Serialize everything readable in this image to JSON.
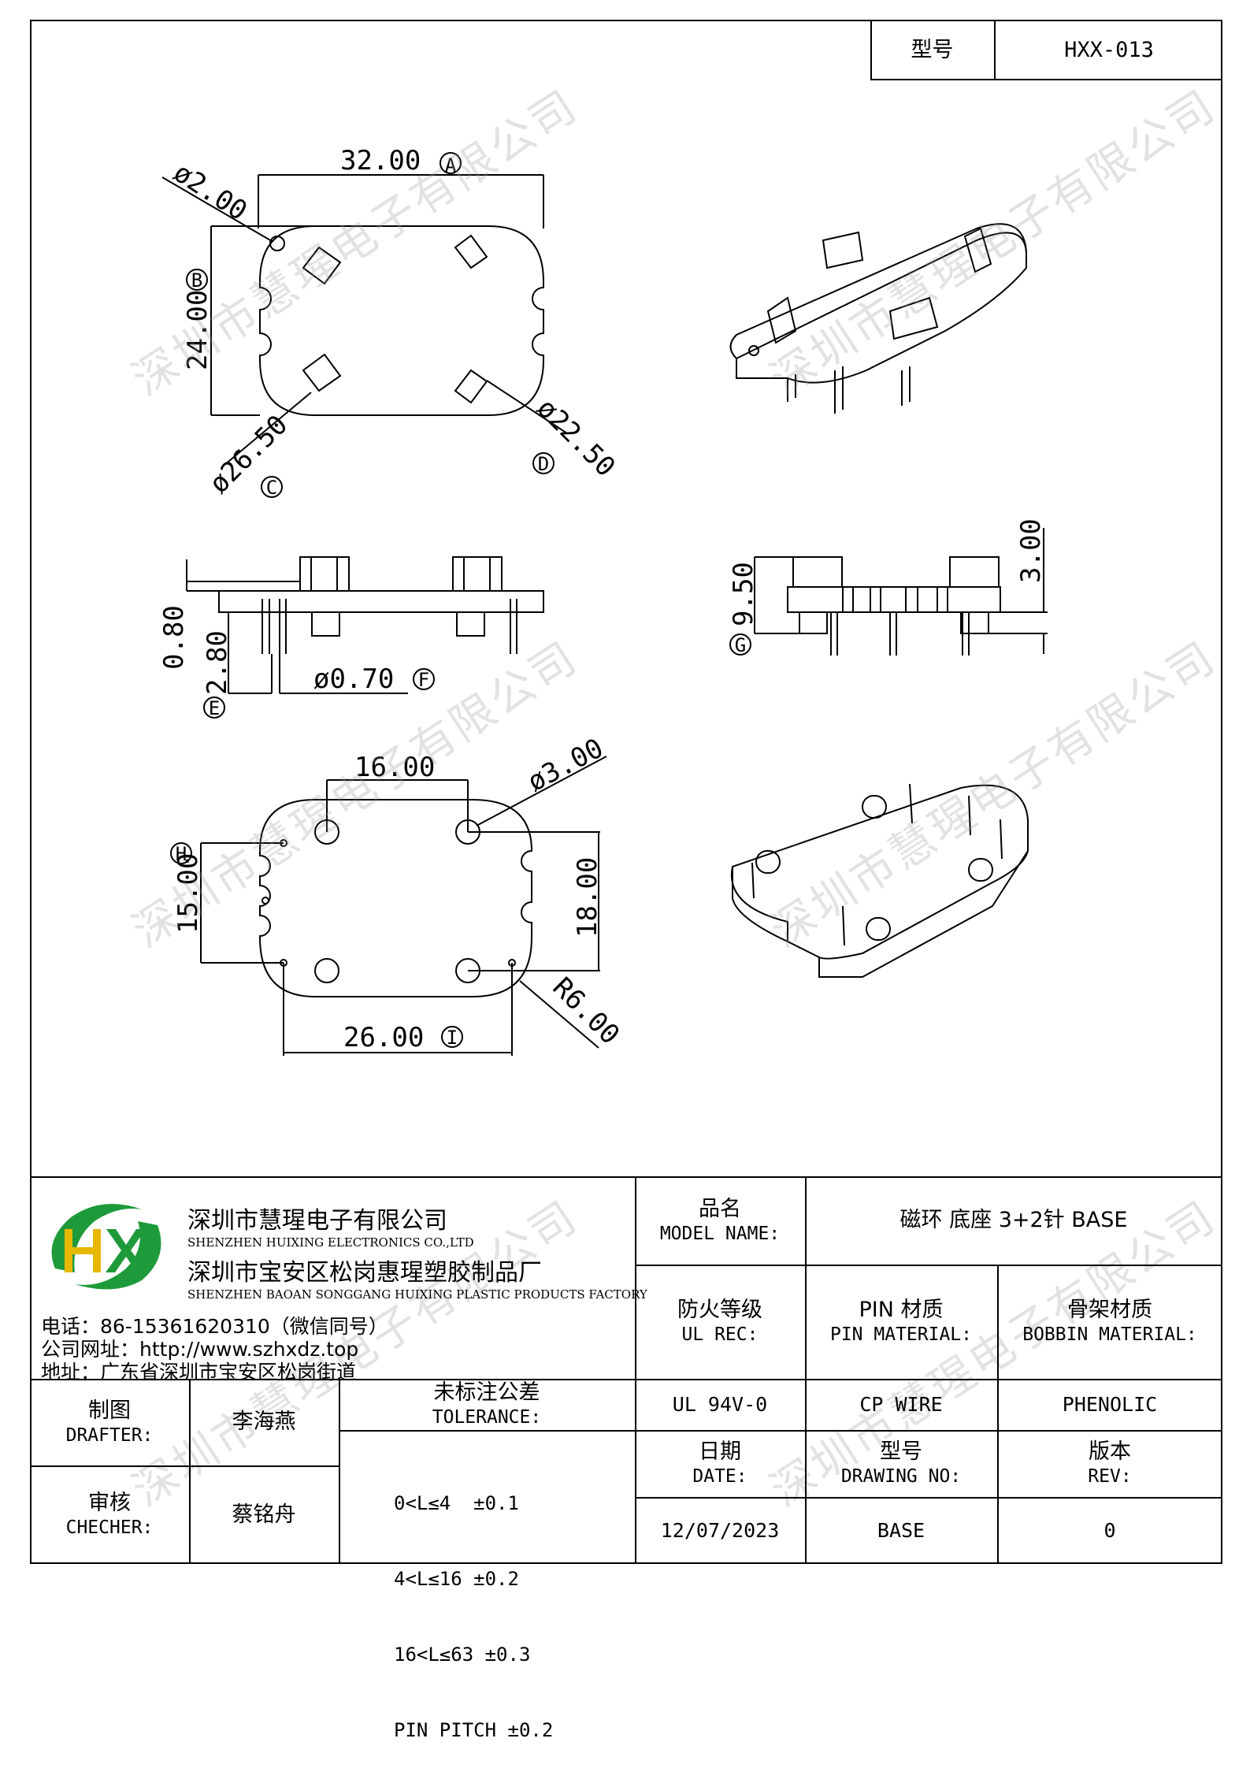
{
  "header": {
    "model_label": "型号",
    "model_value": "HXX-013"
  },
  "drawing": {
    "top_view": {
      "dim_width": "32.00",
      "dim_width_tag": "A",
      "dim_height": "24.00",
      "dim_height_tag": "B",
      "dim_hole": "ø2.00",
      "dim_c": "ø26.50",
      "dim_c_tag": "C",
      "dim_d": "ø22.50",
      "dim_d_tag": "D"
    },
    "side_view": {
      "dim_080": "0.80",
      "dim_280": "2.80",
      "dim_e_tag": "E",
      "dim_pin": "ø0.70",
      "dim_pin_tag": "F",
      "dim_950": "9.50",
      "dim_g_tag": "G",
      "dim_300": "3.00"
    },
    "bottom_view": {
      "dim_16": "16.00",
      "dim_hole3": "ø3.00",
      "dim_15": "15.00",
      "dim_h_tag": "H",
      "dim_18": "18.00",
      "dim_26": "26.00",
      "dim_i_tag": "I",
      "dim_r6": "R6.00"
    }
  },
  "watermark": "深圳市慧瑆电子有限公司",
  "company": {
    "logo_text": "HX",
    "name_cn": "深圳市慧瑆电子有限公司",
    "name_en": "SHENZHEN HUIXING ELECTRONICS CO.,LTD",
    "factory_cn": "深圳市宝安区松岗惠瑆塑胶制品厂",
    "factory_en": "SHENZHEN BAOAN SONGGANG HUIXING PLASTIC PRODUCTS FACTORY",
    "phone": "电话：86-15361620310（微信同号）",
    "website": "公司网址：http://www.szhxdz.top",
    "address": "地址：广东省深圳市宝安区松岗街道"
  },
  "title_block": {
    "model_name_cn": "品名",
    "model_name_en": "MODEL NAME:",
    "model_name_value": "磁环 底座 3+2针  BASE",
    "ul_cn": "防火等级",
    "ul_en": "UL REC:",
    "pin_cn": "PIN 材质",
    "pin_en": "PIN MATERIAL:",
    "bobbin_cn": "骨架材质",
    "bobbin_en": "BOBBIN MATERIAL:",
    "ul_value": "UL 94V-0",
    "pin_value": "CP WIRE",
    "bobbin_value": "PHENOLIC",
    "drafter_cn": "制图",
    "drafter_en": "DRAFTER:",
    "drafter_name": "李海燕",
    "checker_cn": "审核",
    "checker_en": "CHECHER:",
    "checker_name": "蔡铭舟",
    "tolerance_cn": "未标注公差",
    "tolerance_en": "TOLERANCE:",
    "tolerance_lines": [
      "0<L≤4  ±0.1",
      "4<L≤16 ±0.2",
      "16<L≤63 ±0.3",
      "PIN PITCH ±0.2"
    ],
    "date_cn": "日期",
    "date_en": "DATE:",
    "drawing_no_cn": "型号",
    "drawing_no_en": "DRAWING NO:",
    "rev_cn": "版本",
    "rev_en": "REV:",
    "date_value": "12/07/2023",
    "drawing_no_value": "BASE",
    "rev_value": "0"
  }
}
